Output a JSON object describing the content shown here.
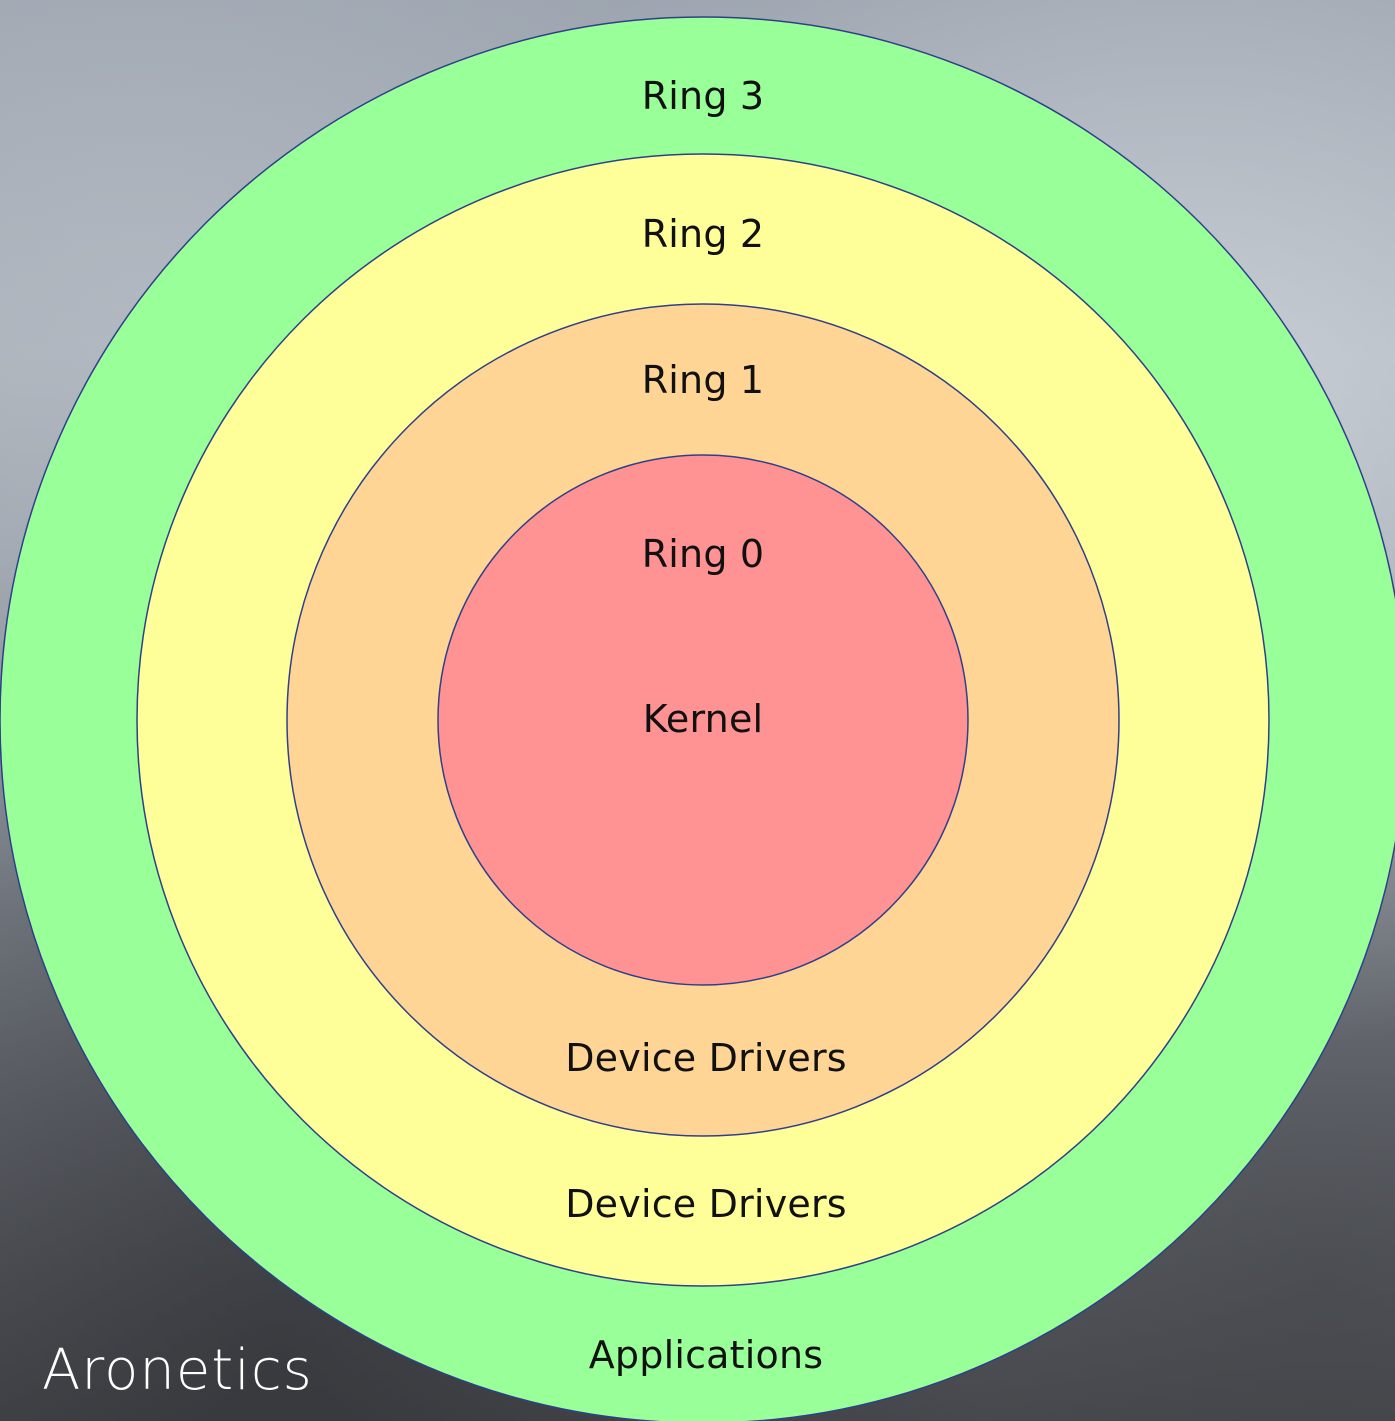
{
  "rings": [
    {
      "label": "Ring 3",
      "content": "Applications",
      "color": "#99ff99"
    },
    {
      "label": "Ring 2",
      "content": "Device Drivers",
      "color": "#ffff99"
    },
    {
      "label": "Ring 1",
      "content": "Device Drivers",
      "color": "#ffd596"
    },
    {
      "label": "Ring 0",
      "content": "Kernel",
      "color": "#ff9393"
    }
  ],
  "ring_stroke_color": "#2f3f8a",
  "brand": {
    "name": "Aronetics",
    "accent_color": "#c8102e"
  }
}
